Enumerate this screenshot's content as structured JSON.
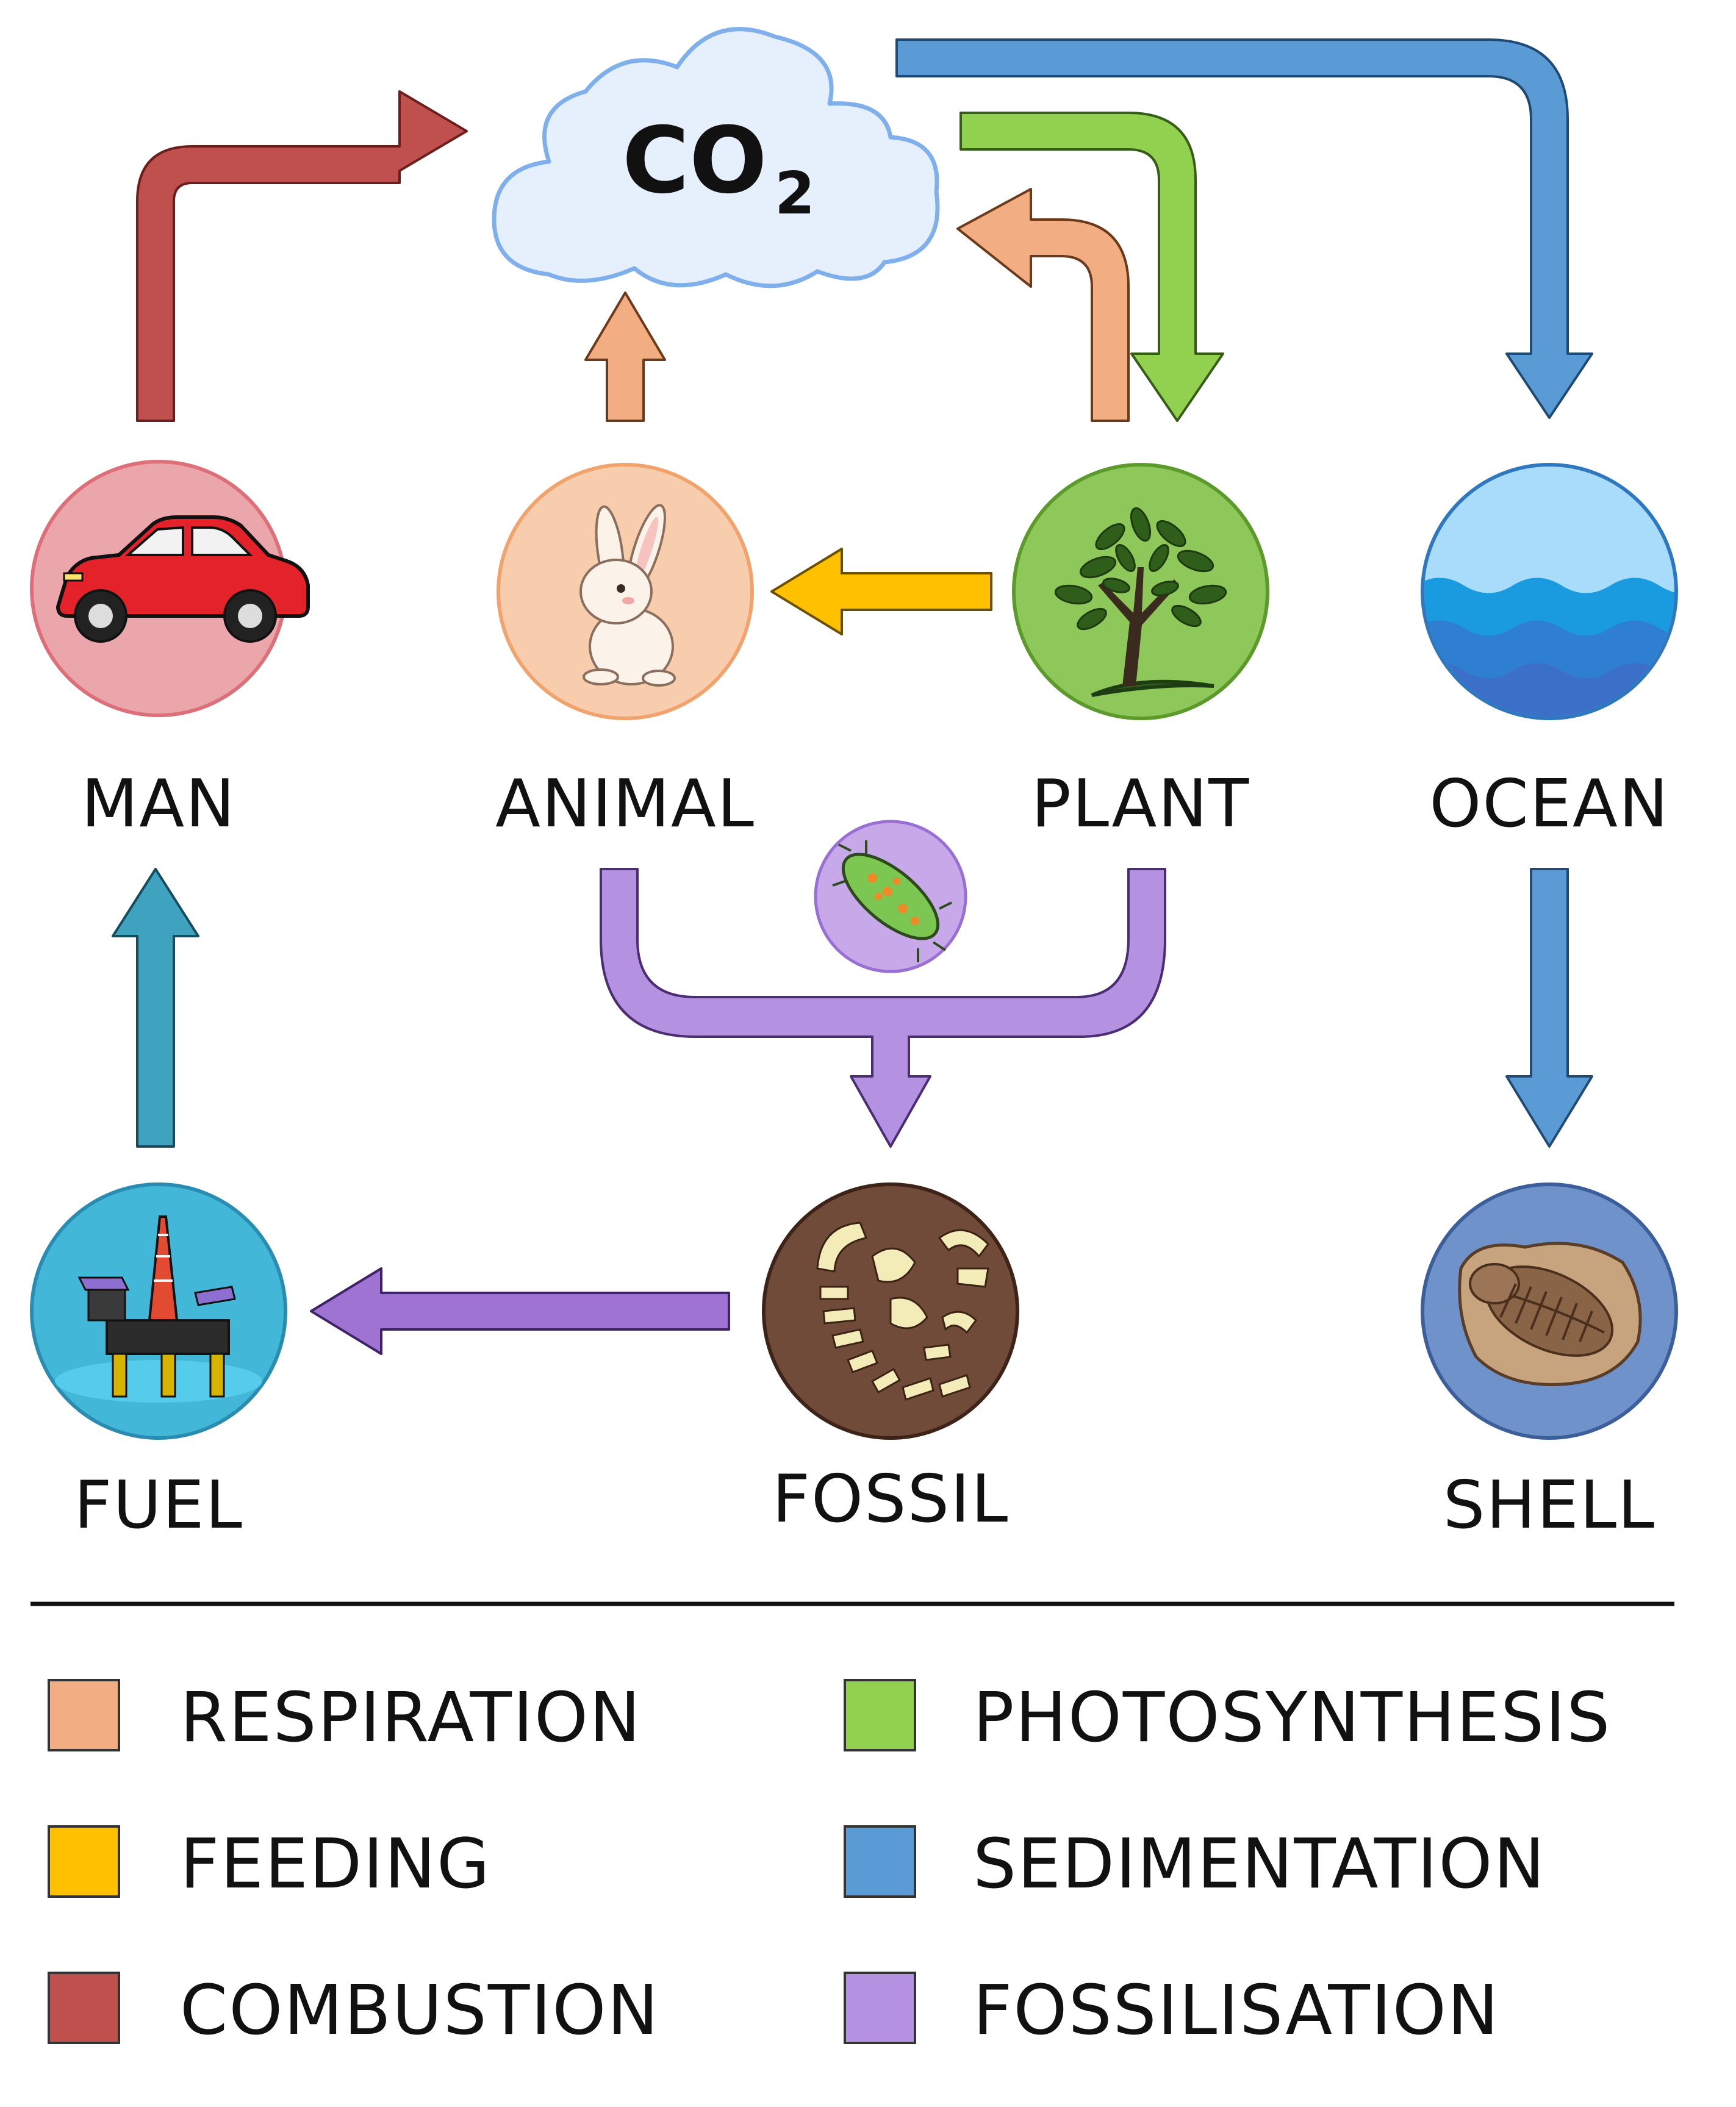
{
  "cloud": {
    "text": "CO",
    "subscript": "2",
    "fill": "#e6f0fc",
    "stroke": "#7fb0ec"
  },
  "nodes": {
    "man": {
      "label": "MAN",
      "icon": "car-icon",
      "fill": "#eba6ab",
      "stroke": "#dd6f78"
    },
    "animal": {
      "label": "ANIMAL",
      "icon": "rabbit-icon",
      "fill": "#f7cdae",
      "stroke": "#f1a36d"
    },
    "plant": {
      "label": "PLANT",
      "icon": "tree-icon",
      "fill": "#8ec85a",
      "stroke": "#5b9a2b"
    },
    "ocean": {
      "label": "OCEAN",
      "icon": "waves-icon",
      "fill": "#a8dcfa",
      "stroke": "#2f77bf"
    },
    "fuel": {
      "label": "FUEL",
      "icon": "oil-rig-icon",
      "fill": "#42b7d8",
      "stroke": "#2a8cb0"
    },
    "fossil": {
      "label": "FOSSIL",
      "icon": "skeleton-icon",
      "fill": "#714b39",
      "stroke": "#3e2418"
    },
    "shell": {
      "label": "SHELL",
      "icon": "trilobite-icon",
      "fill": "#6f92cb",
      "stroke": "#3c5f9c"
    },
    "bacteria": {
      "icon": "bacteria-icon",
      "fill": "#c7a9ea",
      "stroke": "#9a6fd3"
    }
  },
  "colors": {
    "respiration": "#f3ad83",
    "feeding": "#ffc000",
    "combustion": "#c0504d",
    "photosynthesis": "#92d050",
    "sedimentation": "#5b9bd5",
    "fossilisation": "#b491e1",
    "fossil_to_fuel": "#9f73d1",
    "fuel_to_man": "#3fa2bf"
  },
  "legend": [
    {
      "label": "RESPIRATION",
      "color": "#f3ad83"
    },
    {
      "label": "PHOTOSYNTHESIS",
      "color": "#92d050"
    },
    {
      "label": "FEEDING",
      "color": "#ffc000"
    },
    {
      "label": "SEDIMENTATION",
      "color": "#5b9bd5"
    },
    {
      "label": "COMBUSTION",
      "color": "#c0504d"
    },
    {
      "label": "FOSSILISATION",
      "color": "#b491e1"
    }
  ]
}
